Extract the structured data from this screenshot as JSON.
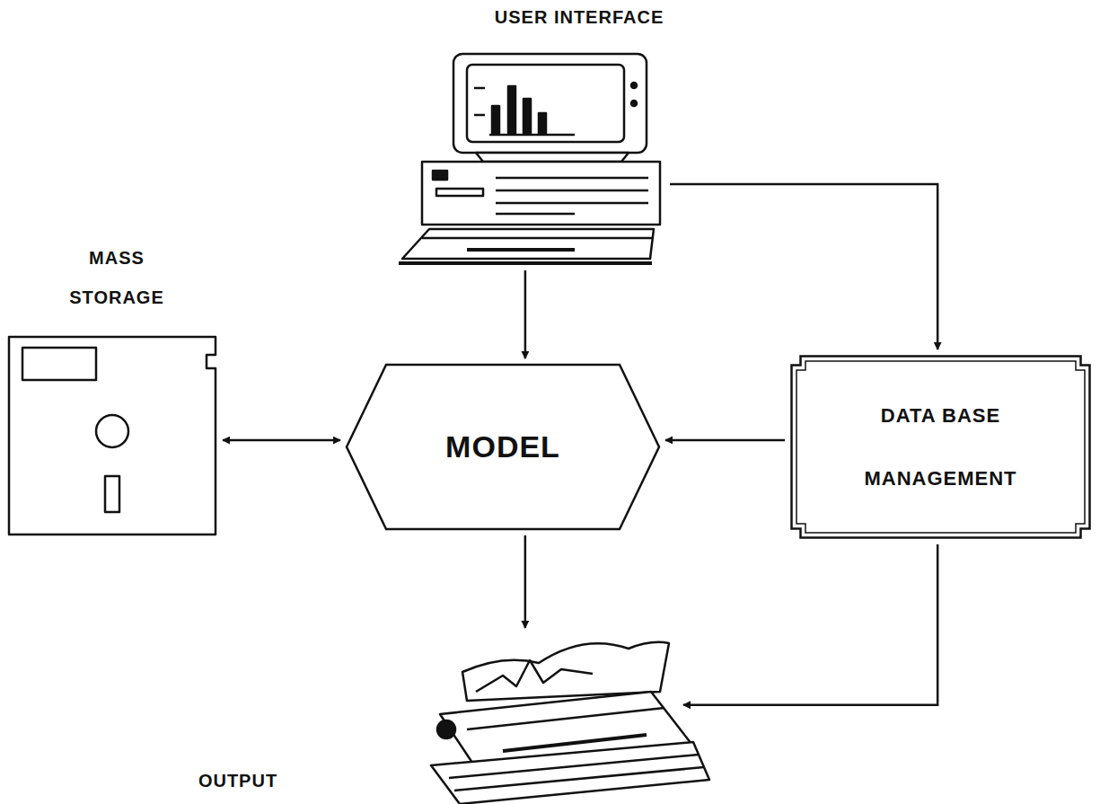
{
  "diagram": {
    "nodes": [
      {
        "text": [
          "USER INTERFACE"
        ]
      },
      {
        "text": [
          "MASS STORAGE"
        ]
      },
      {
        "text": [
          "MODEL"
        ]
      },
      {
        "text": [
          "DATA BASE MANAGEMENT"
        ]
      },
      {
        "text": [
          "OUTPUT"
        ]
      }
    ],
    "edges": [
      {
        "from": 0,
        "to": 2,
        "arrow": "to"
      },
      {
        "from": 0,
        "to": 3,
        "arrow": "to"
      },
      {
        "from": 1,
        "to": 2,
        "arrow": "both"
      },
      {
        "from": 3,
        "to": 2,
        "arrow": "to"
      },
      {
        "from": 2,
        "to": 4,
        "arrow": "to"
      },
      {
        "from": 3,
        "to": 4,
        "arrow": "to"
      }
    ]
  }
}
